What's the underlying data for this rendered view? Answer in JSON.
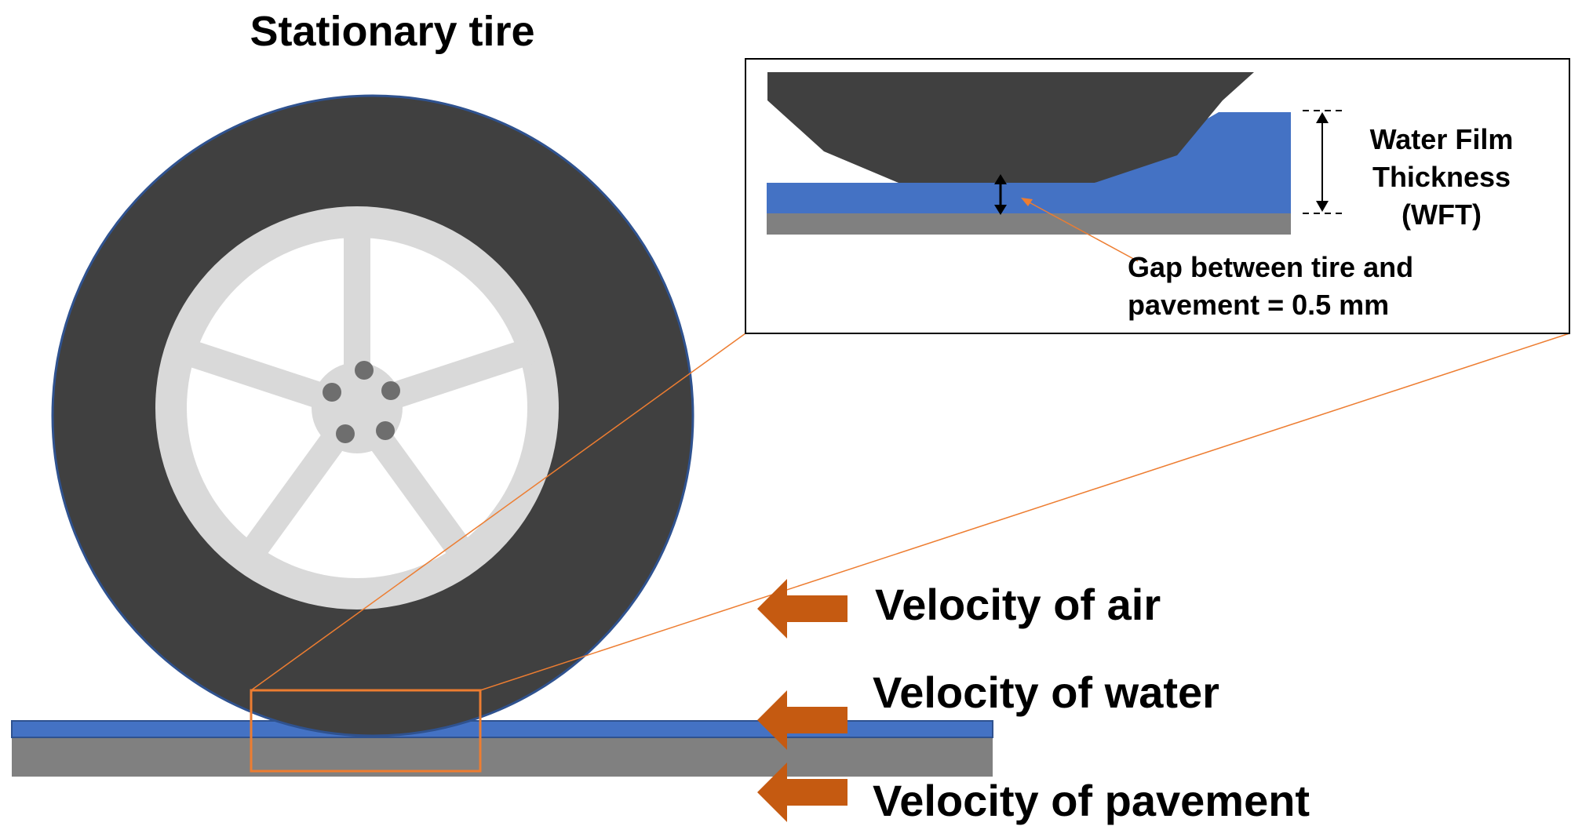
{
  "title": "Stationary tire",
  "labels": {
    "velocity_air": "Velocity of air",
    "velocity_water": "Velocity of water",
    "velocity_pavement": "Velocity of pavement"
  },
  "inset": {
    "wft_lines": [
      "Water Film",
      "Thickness",
      "(WFT)"
    ],
    "gap_lines": [
      "Gap between tire and",
      "pavement = 0.5 mm"
    ]
  },
  "colors": {
    "tire": "#404040",
    "rim": "#d9d9d9",
    "bolt": "#6e6e6e",
    "water": "#4472c4",
    "pavement": "#808080",
    "arrow": "#c55a11",
    "zoom_frame": "#ed7d31"
  },
  "icons": {
    "velocity_arrow": "left-arrow-icon"
  }
}
